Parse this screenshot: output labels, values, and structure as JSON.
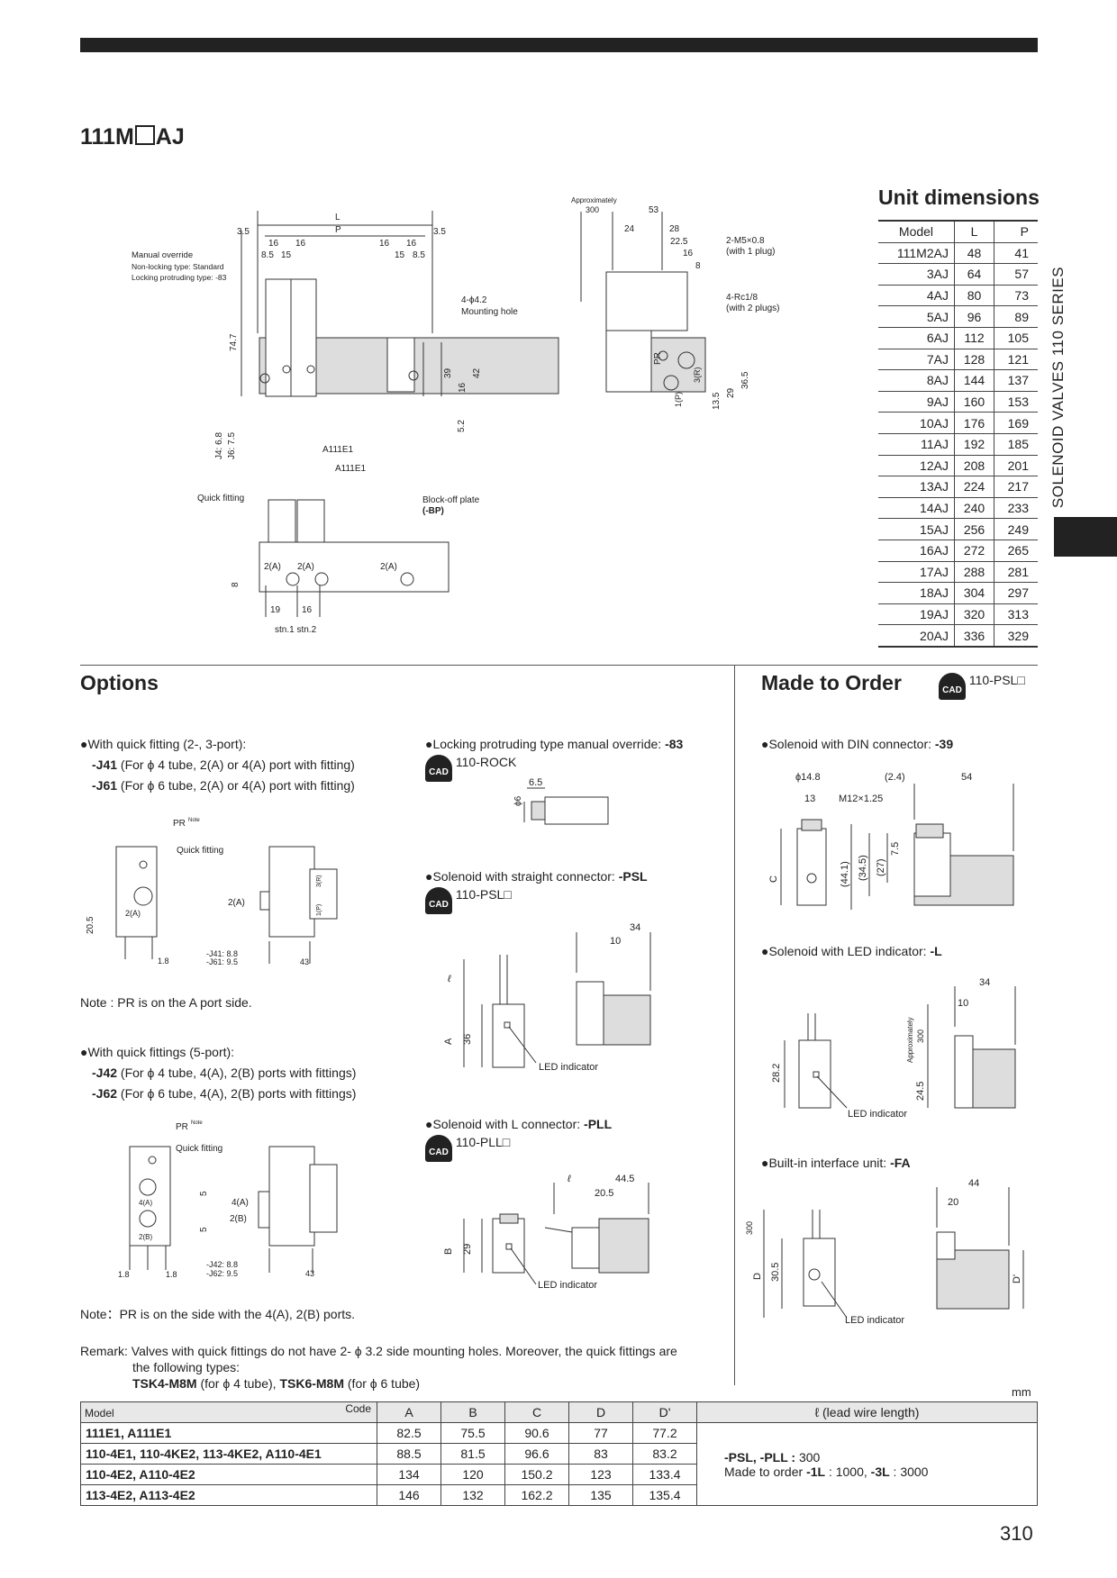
{
  "header": {
    "title_prefix": "111M",
    "title_suffix": "AJ"
  },
  "side": {
    "series_label": "SOLENOID VALVES 110 SERIES"
  },
  "unit_dimensions": {
    "title": "Unit dimensions",
    "headers": [
      "Model",
      "L",
      "P"
    ],
    "rows": [
      [
        "111M2AJ",
        "48",
        "41"
      ],
      [
        "3AJ",
        "64",
        "57"
      ],
      [
        "4AJ",
        "80",
        "73"
      ],
      [
        "5AJ",
        "96",
        "89"
      ],
      [
        "6AJ",
        "112",
        "105"
      ],
      [
        "7AJ",
        "128",
        "121"
      ],
      [
        "8AJ",
        "144",
        "137"
      ],
      [
        "9AJ",
        "160",
        "153"
      ],
      [
        "10AJ",
        "176",
        "169"
      ],
      [
        "11AJ",
        "192",
        "185"
      ],
      [
        "12AJ",
        "208",
        "201"
      ],
      [
        "13AJ",
        "224",
        "217"
      ],
      [
        "14AJ",
        "240",
        "233"
      ],
      [
        "15AJ",
        "256",
        "249"
      ],
      [
        "16AJ",
        "272",
        "265"
      ],
      [
        "17AJ",
        "288",
        "281"
      ],
      [
        "18AJ",
        "304",
        "297"
      ],
      [
        "19AJ",
        "320",
        "313"
      ],
      [
        "20AJ",
        "336",
        "329"
      ]
    ]
  },
  "main_drawing": {
    "labels": {
      "L": "L",
      "P": "P",
      "d35a": "3.5",
      "d35b": "3.5",
      "d16a": "16",
      "d16b": "16",
      "d16c": "16",
      "d16d": "16",
      "d85a": "8.5",
      "d15a": "15",
      "d15b": "15",
      "d85b": "8.5",
      "manual": "Manual override",
      "nonlock": "Non-locking type: Standard",
      "lockprot": "Locking protruding type: -83",
      "mount": "4-ϕ4.2",
      "mount2": "Mounting hole",
      "h747": "74.7",
      "h39": "39",
      "h16": "16",
      "h42": "42",
      "h52": "5.2",
      "j4": "J4: 6.8",
      "j6": "J6: 7.5",
      "approx": "Approximately",
      "a300": "300",
      "a53": "53",
      "a24": "24",
      "a28": "28",
      "a225": "22.5",
      "a16": "16",
      "a8": "8",
      "m5": "2-M5×0.8",
      "m5b": "(with 1 plug)",
      "rc": "4-Rc1/8",
      "rcb": "(with 2 plugs)",
      "pr": "PR",
      "p3r": "3(R)",
      "p1p": "1(P)",
      "v135": "13.5",
      "v29": "29",
      "v365": "36.5",
      "a111e1a": "A111E1",
      "a111e1b": "A111E1",
      "quick": "Quick fitting",
      "block": "Block-off plate",
      "blockbp": "(-BP)",
      "p2a1": "2(A)",
      "p2a2": "2(A)",
      "p2a3": "2(A)",
      "b8": "8",
      "b19": "19",
      "b16": "16",
      "stn": "stn.1 stn.2"
    }
  },
  "options": {
    "title": "Options",
    "qf23": {
      "head": "●With quick fitting (2-, 3-port):",
      "l1code": "-J41",
      "l1": " (For ϕ 4 tube, 2(A) or 4(A) port with fitting)",
      "l2code": "-J61",
      "l2": " (For ϕ 6 tube, 2(A) or 4(A) port with fitting)"
    },
    "fig1": {
      "pr": "PR",
      "note_sup": "Note",
      "quick": "Quick fitting",
      "d205": "20.5",
      "p2a": "2(A)",
      "p2a2": "2(A)",
      "d18": "1.8",
      "j41": "-J41: 8.8",
      "j61": "-J61: 9.5",
      "d43": "43",
      "p3r": "3(R)",
      "p1p": "1(P)"
    },
    "note1": "Note : PR is on the A port side.",
    "qf5": {
      "head": "●With quick fittings (5-port):",
      "l1code": "-J42",
      "l1": " (For ϕ 4 tube, 4(A), 2(B) ports with fittings)",
      "l2code": "-J62",
      "l2": " (For ϕ 6 tube, 4(A), 2(B) ports with fittings)"
    },
    "fig2": {
      "pr": "PR",
      "note_sup": "Note",
      "quick": "Quick fitting",
      "p4a": "4(A)",
      "p2b": "2(B)",
      "p4a2": "4(A)",
      "p2b2": "2(B)",
      "d5a": "5",
      "d5b": "5",
      "d18a": "1.8",
      "d18b": "1.8",
      "j42": "-J42: 8.8",
      "j62": "-J62: 9.5",
      "d43": "43"
    },
    "note2": "Note：PR is on the side with the 4(A), 2(B) ports.",
    "lock": {
      "head": "●Locking protruding type manual override: ",
      "code": "-83",
      "cad": "110-ROCK",
      "d65": "6.5",
      "d6": "ϕ6"
    },
    "psl": {
      "head": "●Solenoid with straight connector: ",
      "code": "-PSL",
      "cad": "110-PSL□",
      "d34": "34",
      "d10": "10",
      "l": "ℓ",
      "a": "A",
      "d36": "36",
      "led": "LED indicator"
    },
    "pll": {
      "head": "●Solenoid with L connector: ",
      "code": "-PLL",
      "cad": "110-PLL□",
      "l": "ℓ",
      "d445": "44.5",
      "d205": "20.5",
      "b": "B",
      "d29": "29",
      "led": "LED indicator"
    },
    "cad_text": "CAD"
  },
  "made_to_order": {
    "title": "Made to Order",
    "cad": "110-PSL□",
    "din": {
      "head": "●Solenoid with DIN connector: ",
      "code": "-39",
      "d148": "ϕ14.8",
      "d24": "(2.4)",
      "d54": "54",
      "d13": "13",
      "m12": "M12×1.25",
      "c": "C",
      "d441": "(44.1)",
      "d345": "(34.5)",
      "d27": "(27)",
      "d75": "7.5"
    },
    "led": {
      "head": "●Solenoid with LED indicator: ",
      "code": "-L",
      "d34": "34",
      "d10": "10",
      "approx": "Approximately",
      "d300": "300",
      "d282": "28.2",
      "d245": "24.5",
      "ledtxt": "LED indicator"
    },
    "fa": {
      "head": "●Built-in interface unit: ",
      "code": "-FA",
      "d44": "44",
      "d20": "20",
      "d300": "300",
      "d": "D",
      "d305": "30.5",
      "dp": "D'",
      "ledtxt": "LED indicator"
    }
  },
  "remark": {
    "label": "Remark:",
    "line1": "Valves with quick fittings do not have 2- ϕ 3.2 side mounting holes. Moreover, the quick fittings are",
    "line2": "the following types:",
    "line3a": "TSK4-M8M",
    "line3b": " (for ϕ 4 tube), ",
    "line3c": "TSK6-M8M",
    "line3d": " (for ϕ 6 tube)"
  },
  "dims_table": {
    "unit": "mm",
    "model_label": "Model",
    "code_label": "Code",
    "headers": [
      "A",
      "B",
      "C",
      "D",
      "D'"
    ],
    "lead_header": "ℓ (lead wire length)",
    "rows": [
      {
        "model": "111E1, A111E1",
        "vals": [
          "82.5",
          "75.5",
          "90.6",
          "77",
          "77.2"
        ]
      },
      {
        "model": "110-4E1, 110-4KE2, 113-4KE2, A110-4E1",
        "vals": [
          "88.5",
          "81.5",
          "96.6",
          "83",
          "83.2"
        ]
      },
      {
        "model": "110-4E2, A110-4E2",
        "vals": [
          "134",
          "120",
          "150.2",
          "123",
          "133.4"
        ]
      },
      {
        "model": "113-4E2, A113-4E2",
        "vals": [
          "146",
          "132",
          "162.2",
          "135",
          "135.4"
        ]
      }
    ],
    "lead_l1a": "-PSL, -PLL : ",
    "lead_l1b": "300",
    "lead_l2a": "Made to order ",
    "lead_l2b": "-1L",
    "lead_l2c": " : 1000, ",
    "lead_l2d": "-3L",
    "lead_l2e": " : 3000"
  },
  "page_number": "310"
}
